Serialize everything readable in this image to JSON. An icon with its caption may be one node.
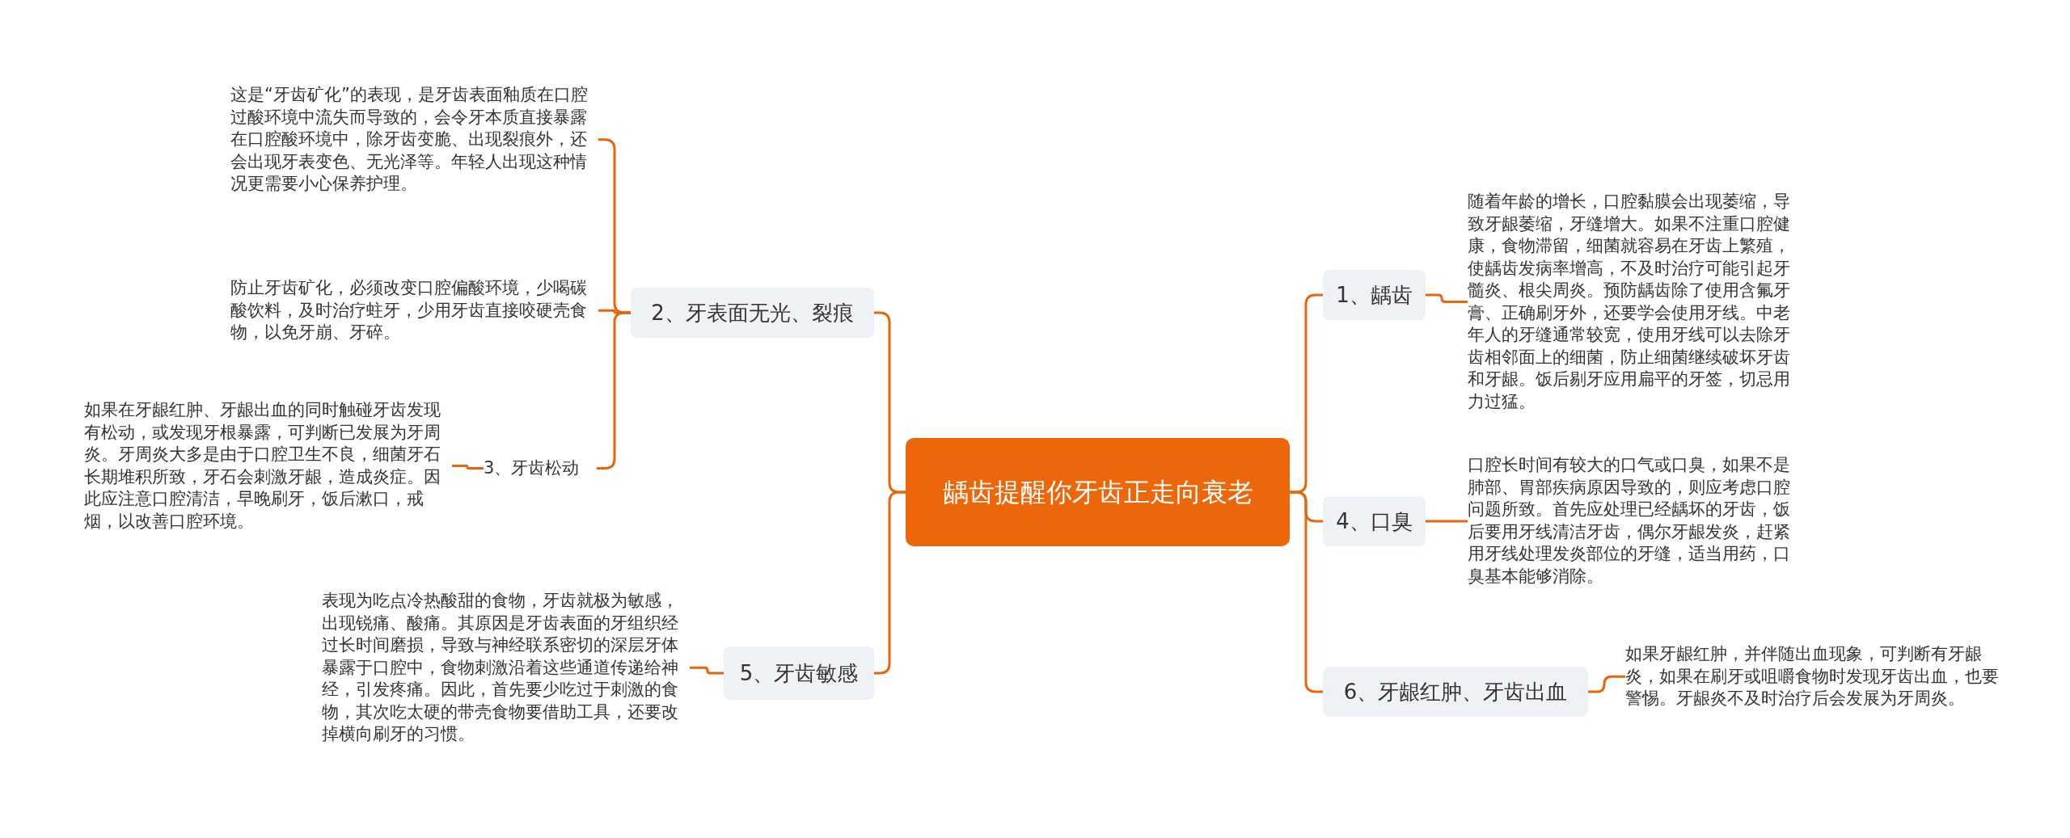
{
  "diagram": {
    "nodes": [
      {
        "text": [
          "龋齿提醒你牙齿正走向衰老"
        ]
      },
      {
        "text": [
          "2、牙表面无光、裂痕"
        ]
      },
      {
        "text": [
          "这是“牙齿矿化”的表现，是牙齿表面釉质在口腔过酸环境中流失而导致的，会令牙本质直接暴露在口腔酸环境中，除牙齿变脆、出现裂痕外，还会出现牙表变色、无光泽等。年轻人出现这种情况更需要小心保养护理。"
        ]
      },
      {
        "text": [
          "防止牙齿矿化，必须改变口腔偏酸环境，少喝碳酸饮料，及时治疗蛀牙，少用牙齿直接咬硬壳食物，以免牙崩、牙碎。"
        ]
      },
      {
        "text": [
          "3、牙齿松动"
        ]
      },
      {
        "text": [
          "如果在牙龈红肿、牙龈出血的同时触碰牙齿发现有松动，或发现牙根暴露，可判断已发展为牙周炎。牙周炎大多是由于口腔卫生不良，细菌牙石长期堆积所致，牙石会刺激牙龈，造成炎症。因此应注意口腔清洁，早晚刷牙，饭后漱口，戒烟，以改善口腔环境。"
        ]
      },
      {
        "text": [
          "5、牙齿敏感"
        ]
      },
      {
        "text": [
          "表现为吃点冷热酸甜的食物，牙齿就极为敏感，出现锐痛、酸痛。其原因是牙齿表面的牙组织经过长时间磨损，导致与神经联系密切的深层牙体暴露于口腔中，食物刺激沿着这些通道传递给神经，引发疼痛。因此，首先要少吃过于刺激的食物，其次吃太硬的带壳食物要借助工具，还要改掉横向刷牙的习惯。"
        ]
      },
      {
        "text": [
          "1、龋齿"
        ]
      },
      {
        "text": [
          "随着年龄的增长，口腔黏膜会出现萎缩，导致牙龈萎缩，牙缝增大。如果不注重口腔健康，食物滞留，细菌就容易在牙齿上繁殖，使龋齿发病率增高，不及时治疗可能引起牙髓炎、根尖周炎。预防龋齿除了使用含氟牙膏、正确刷牙外，还要学会使用牙线。中老年人的牙缝通常较宽，使用牙线可以去除牙齿相邻面上的细菌，防止细菌继续破坏牙齿和牙龈。饭后剔牙应用扁平的牙签，切忌用力过猛。"
        ]
      },
      {
        "text": [
          "4、口臭"
        ]
      },
      {
        "text": [
          "口腔长时间有较大的口气或口臭，如果不是肺部、胃部疾病原因导致的，则应考虑口腔问题所致。首先应处理已经龋坏的牙齿，饭后要用牙线清洁牙齿，偶尔牙龈发炎，赶紧用牙线处理发炎部位的牙缝，适当用药，口臭基本能够消除。"
        ]
      },
      {
        "text": [
          "6、牙龈红肿、牙齿出血"
        ]
      },
      {
        "text": [
          "如果牙龈红肿，并伴随出血现象，可判断有牙龈炎，如果在刷牙或咀嚼食物时发现牙齿出血，也要警惕。牙龈炎不及时治疗后会发展为牙周炎。"
        ]
      }
    ],
    "edges": [
      {
        "from": 0,
        "to": 1,
        "arrow": "none"
      },
      {
        "from": 0,
        "to": 6,
        "arrow": "none"
      },
      {
        "from": 1,
        "to": 2,
        "arrow": "none"
      },
      {
        "from": 1,
        "to": 3,
        "arrow": "none"
      },
      {
        "from": 1,
        "to": 4,
        "arrow": "none"
      },
      {
        "from": 4,
        "to": 5,
        "arrow": "none"
      },
      {
        "from": 6,
        "to": 7,
        "arrow": "none"
      },
      {
        "from": 0,
        "to": 8,
        "arrow": "none"
      },
      {
        "from": 0,
        "to": 10,
        "arrow": "none"
      },
      {
        "from": 0,
        "to": 12,
        "arrow": "none"
      },
      {
        "from": 8,
        "to": 9,
        "arrow": "none"
      },
      {
        "from": 10,
        "to": 11,
        "arrow": "none"
      },
      {
        "from": 12,
        "to": 13,
        "arrow": "none"
      }
    ]
  }
}
